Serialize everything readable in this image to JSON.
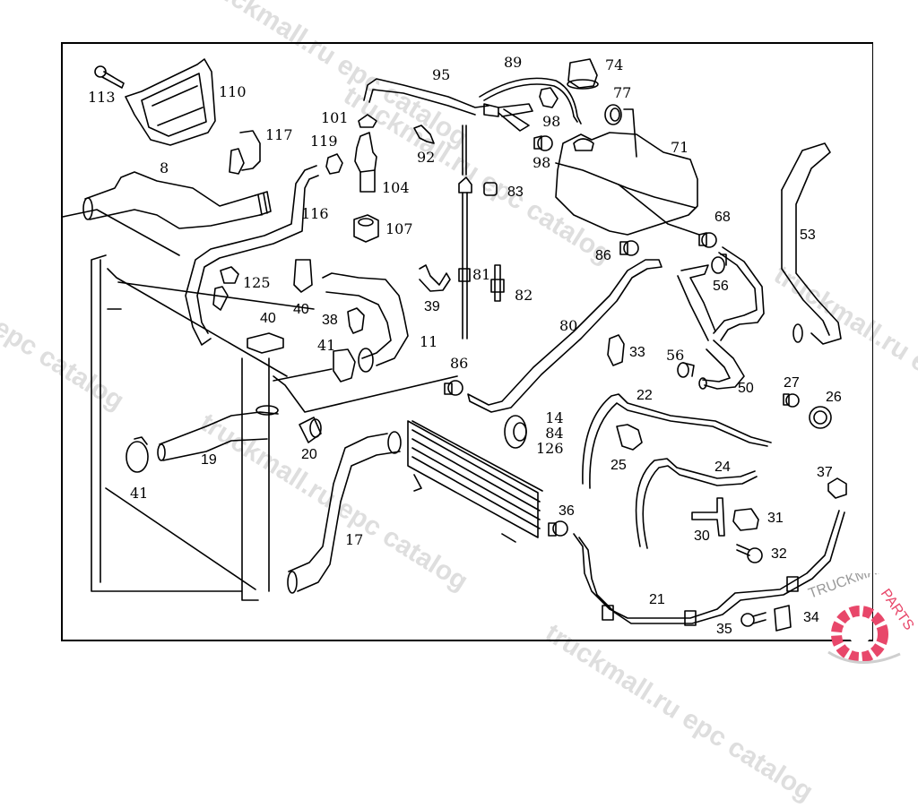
{
  "diagram": {
    "title": "Engine cooling system exploded parts diagram",
    "callouts": [
      {
        "id": "c113",
        "label": "113",
        "part": "bolt"
      },
      {
        "id": "c110",
        "label": "110",
        "part": "air-guide-frame"
      },
      {
        "id": "c117",
        "label": "117",
        "part": "clamp"
      },
      {
        "id": "c8",
        "label": "8",
        "part": "hose"
      },
      {
        "id": "c116",
        "label": "116",
        "part": "hose"
      },
      {
        "id": "c101",
        "label": "101",
        "part": "clamp"
      },
      {
        "id": "c119",
        "label": "119",
        "part": "clamp"
      },
      {
        "id": "c104",
        "label": "104",
        "part": "water-pump"
      },
      {
        "id": "c107",
        "label": "107",
        "part": "rubber-mount"
      },
      {
        "id": "c92",
        "label": "92",
        "part": "clip"
      },
      {
        "id": "c95",
        "label": "95",
        "part": "hose"
      },
      {
        "id": "c89",
        "label": "89",
        "part": "hose"
      },
      {
        "id": "c98a",
        "label": "98",
        "part": "clamp"
      },
      {
        "id": "c98b",
        "label": "98",
        "part": "clamp"
      },
      {
        "id": "c74",
        "label": "74",
        "part": "cap"
      },
      {
        "id": "c77",
        "label": "77",
        "part": "sensor"
      },
      {
        "id": "c71",
        "label": "71",
        "part": "expansion-tank"
      },
      {
        "id": "c83",
        "label": "83",
        "part": "grommet"
      },
      {
        "id": "c68",
        "label": "68",
        "part": "clamp"
      },
      {
        "id": "c86a",
        "label": "86",
        "part": "clamp"
      },
      {
        "id": "c53",
        "label": "53",
        "part": "hose"
      },
      {
        "id": "c56a",
        "label": "56",
        "part": "clamp"
      },
      {
        "id": "c125",
        "label": "125",
        "part": "clamp"
      },
      {
        "id": "c40a",
        "label": "40",
        "part": "clamp"
      },
      {
        "id": "c40b",
        "label": "40",
        "part": "clamp"
      },
      {
        "id": "c38",
        "label": "38",
        "part": "clamp"
      },
      {
        "id": "c41a",
        "label": "41",
        "part": "clamp"
      },
      {
        "id": "c11",
        "label": "11",
        "part": "hose"
      },
      {
        "id": "c39",
        "label": "39",
        "part": "bracket"
      },
      {
        "id": "c81",
        "label": "81",
        "part": "pipe"
      },
      {
        "id": "c82",
        "label": "82",
        "part": "connector"
      },
      {
        "id": "c80",
        "label": "80",
        "part": "hose"
      },
      {
        "id": "c86b",
        "label": "86",
        "part": "clamp"
      },
      {
        "id": "c33",
        "label": "33",
        "part": "clip"
      },
      {
        "id": "c56b",
        "label": "56",
        "part": "clamp"
      },
      {
        "id": "c50",
        "label": "50",
        "part": "hose"
      },
      {
        "id": "c27",
        "label": "27",
        "part": "clamp"
      },
      {
        "id": "c26",
        "label": "26",
        "part": "plug"
      },
      {
        "id": "c22",
        "label": "22",
        "part": "line"
      },
      {
        "id": "c14",
        "label": "14\n84\n126",
        "part": "mount"
      },
      {
        "id": "c25",
        "label": "25",
        "part": "valve"
      },
      {
        "id": "c24",
        "label": "24",
        "part": "line"
      },
      {
        "id": "c37",
        "label": "37",
        "part": "clamp"
      },
      {
        "id": "c20",
        "label": "20",
        "part": "sleeve"
      },
      {
        "id": "c19",
        "label": "19",
        "part": "hose"
      },
      {
        "id": "c41b",
        "label": "41",
        "part": "clamp"
      },
      {
        "id": "c17",
        "label": "17",
        "part": "hose"
      },
      {
        "id": "c36",
        "label": "36",
        "part": "clamp"
      },
      {
        "id": "c31",
        "label": "31",
        "part": "holder"
      },
      {
        "id": "c30",
        "label": "30",
        "part": "bracket"
      },
      {
        "id": "c32",
        "label": "32",
        "part": "bolt"
      },
      {
        "id": "c21",
        "label": "21",
        "part": "line"
      },
      {
        "id": "c35",
        "label": "35",
        "part": "bolt"
      },
      {
        "id": "c34",
        "label": "34",
        "part": "bracket"
      }
    ]
  },
  "watermarks": [
    "truckmall.ru epc catalog",
    "truckmall.ru epc catalog",
    "truckmall.ru epc catalog",
    "truckmall.ru epc catalog",
    "l epc catalog",
    "truckmall.ru e"
  ],
  "logo": {
    "text_primary": "TRUCKMALL",
    "text_accent": "PARTS",
    "accent_color": "#e8476a",
    "primary_color": "#9a9a9a"
  }
}
